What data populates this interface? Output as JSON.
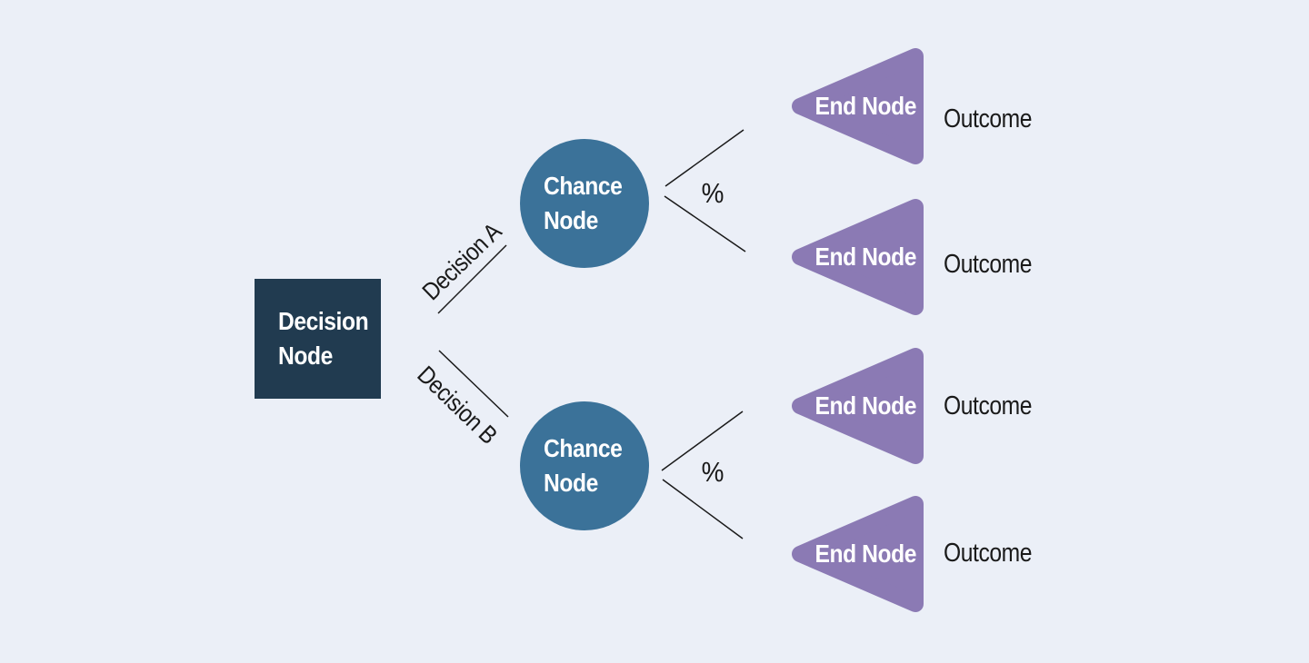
{
  "colors": {
    "background": "#ebeff7",
    "decision_node": "#213b50",
    "chance_node": "#3b7299",
    "end_node": "#8b7ab4",
    "line": "#1a1a1a",
    "text_dark": "#1a1a1a",
    "node_text": "#ffffff"
  },
  "diagram": {
    "decision_node": {
      "label": "Decision Node"
    },
    "branches": [
      {
        "label": "Decision A"
      },
      {
        "label": "Decision B"
      }
    ],
    "chance_nodes": [
      {
        "label": "Chance Node",
        "probability_label": "%"
      },
      {
        "label": "Chance Node",
        "probability_label": "%"
      }
    ],
    "end_nodes": [
      {
        "label": "End Node",
        "outcome_label": "Outcome"
      },
      {
        "label": "End Node",
        "outcome_label": "Outcome"
      },
      {
        "label": "End Node",
        "outcome_label": "Outcome"
      },
      {
        "label": "End Node",
        "outcome_label": "Outcome"
      }
    ]
  }
}
